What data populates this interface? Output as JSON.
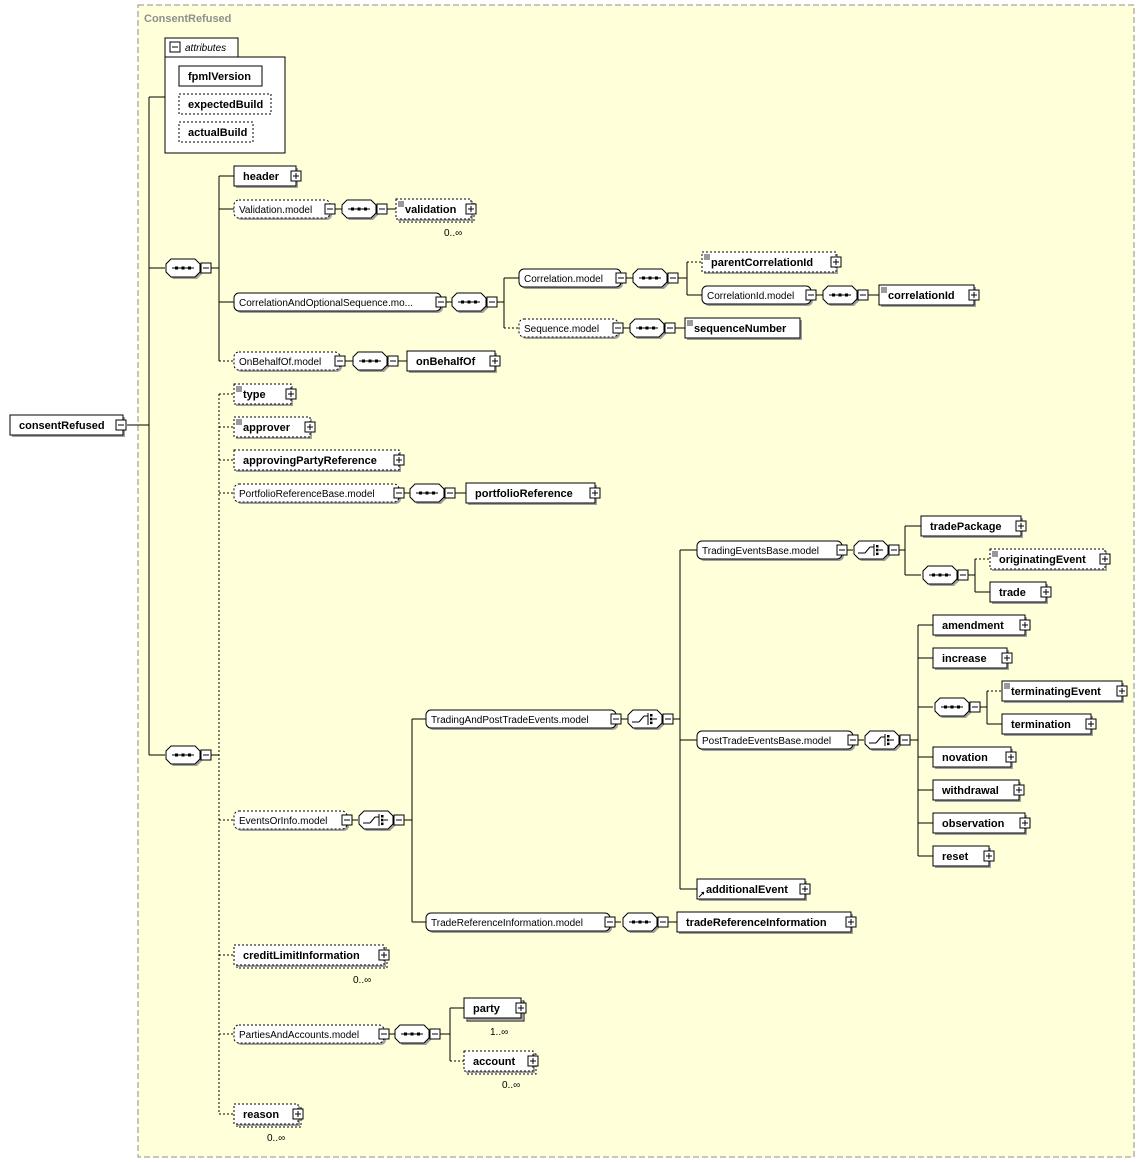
{
  "type_name": "ConsentRefused",
  "root": "consentRefused",
  "attributes": {
    "title": "attributes",
    "items": [
      "fpmlVersion",
      "expectedBuild",
      "actualBuild"
    ]
  },
  "elements": {
    "header": "header",
    "validation_model": "Validation.model",
    "validation": "validation",
    "validation_occ": "0..∞",
    "correlation_seq_model": "CorrelationAndOptionalSequence.mo...",
    "correlation_model": "Correlation.model",
    "parent_correlation_id": "parentCorrelationId",
    "correlation_id_model": "CorrelationId.model",
    "correlation_id": "correlationId",
    "sequence_model": "Sequence.model",
    "sequence_number": "sequenceNumber",
    "on_behalf_of_model": "OnBehalfOf.model",
    "on_behalf_of": "onBehalfOf",
    "type": "type",
    "approver": "approver",
    "approving_party_reference": "approvingPartyReference",
    "portfolio_reference_base_model": "PortfolioReferenceBase.model",
    "portfolio_reference": "portfolioReference",
    "events_or_info_model": "EventsOrInfo.model",
    "trading_and_post_trade_events_model": "TradingAndPostTradeEvents.model",
    "trading_events_base_model": "TradingEventsBase.model",
    "trade_package": "tradePackage",
    "originating_event": "originatingEvent",
    "trade": "trade",
    "post_trade_events_base_model": "PostTradeEventsBase.model",
    "amendment": "amendment",
    "increase": "increase",
    "terminating_event": "terminatingEvent",
    "termination": "termination",
    "novation": "novation",
    "withdrawal": "withdrawal",
    "observation": "observation",
    "reset": "reset",
    "additional_event": "additionalEvent",
    "trade_reference_information_model": "TradeReferenceInformation.model",
    "trade_reference_information": "tradeReferenceInformation",
    "credit_limit_information": "creditLimitInformation",
    "credit_limit_occ": "0..∞",
    "parties_and_accounts_model": "PartiesAndAccounts.model",
    "party": "party",
    "party_occ": "1..∞",
    "account": "account",
    "account_occ": "0..∞",
    "reason": "reason",
    "reason_occ": "0..∞"
  },
  "colors": {
    "background": "#ffffd9",
    "frame": "#8f8f8f",
    "line": "#000000"
  }
}
